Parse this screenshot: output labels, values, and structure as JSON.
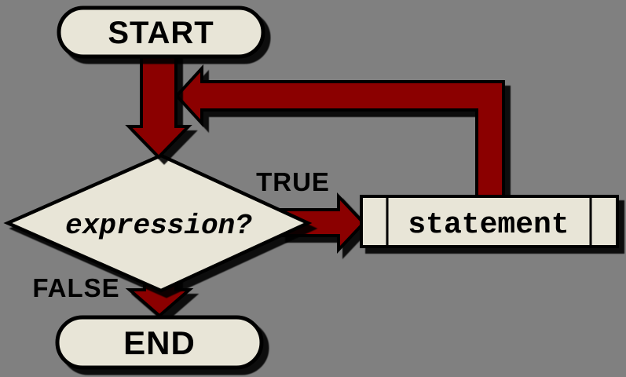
{
  "diagram": {
    "type": "flowchart",
    "description": "while-loop control flow diagram",
    "nodes": {
      "start": {
        "label": "START",
        "shape": "stadium"
      },
      "decision": {
        "label": "expression?",
        "shape": "diamond"
      },
      "process": {
        "label": "statement",
        "shape": "predefined-process"
      },
      "end": {
        "label": "END",
        "shape": "stadium"
      }
    },
    "edges": {
      "entry": {
        "from": "start",
        "to": "decision",
        "label": ""
      },
      "true_branch": {
        "from": "decision",
        "to": "process",
        "label": "TRUE"
      },
      "loop_back": {
        "from": "process",
        "to": "entry",
        "label": ""
      },
      "false_branch": {
        "from": "decision",
        "to": "end",
        "label": "FALSE"
      }
    },
    "colors": {
      "background": "#808080",
      "node_fill": "#E8E5D7",
      "arrow_fill": "#8B0404",
      "outline": "#000000",
      "shadow": "#000000",
      "text": "#000000"
    }
  }
}
